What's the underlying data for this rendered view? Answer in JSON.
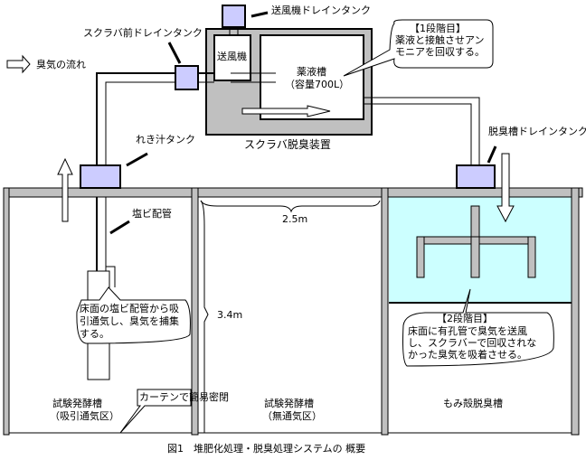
{
  "legend": {
    "flow_label": "臭気の流れ"
  },
  "labels": {
    "blower_drain_tank": "送風機ドレインタンク",
    "scrubber_pre_drain_tank": "スクラバ前ドレインタンク",
    "blower": "送風機",
    "chemical_tank_line1": "薬液槽",
    "chemical_tank_line2": "（容量700L）",
    "scrubber": "スクラバ脱臭装置",
    "leachate_tank": "れき汁タンク",
    "pvc_pipe": "塩ビ配管",
    "deodorizer_drain_tank": "脱臭槽ドレインタンク",
    "width_dim": "2.5m",
    "height_dim": "3.4m",
    "tank1_line1": "試験発酵槽",
    "tank1_line2": "（吸引通気区）",
    "tank2_line1": "試験発酵槽",
    "tank2_line2": "（無通気区）",
    "tank3": "もみ殻脱臭槽"
  },
  "callouts": {
    "stage1": [
      "【1段階目】",
      "薬液と接触させアン",
      "モニアを回収する。"
    ],
    "suction": [
      "床面の塩ビ配管から吸",
      "引通気し、臭気を捕集",
      "する。"
    ],
    "stage2": [
      "【2段階目】",
      "床面に有孔管で臭気を送風",
      "し、スクラバーで回収されな",
      "かった臭気を吸着させる。"
    ],
    "curtain": "カーテンで簡易密閉"
  },
  "caption": "図1　堆肥化処理・脱臭処理システムの 概要",
  "colors": {
    "tank_fill": "#ccccff",
    "wall_gray": "#c0c0c0",
    "rice_hull": "#ccffff"
  }
}
